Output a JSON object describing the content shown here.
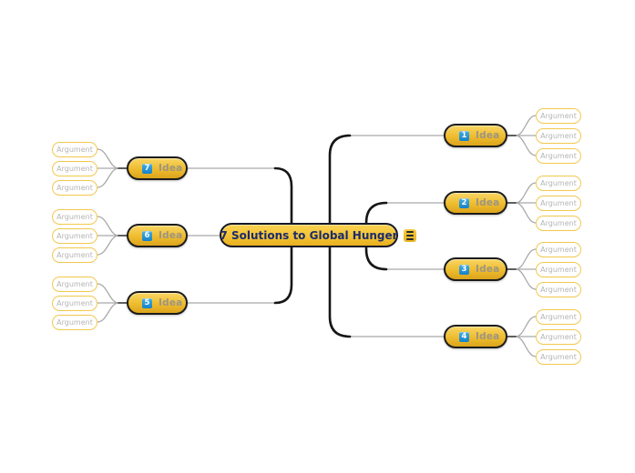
{
  "root": {
    "label": "7 Solutions to Global Hunger"
  },
  "branches": [
    {
      "number": "1",
      "side": "right",
      "label": "Idea",
      "arguments": [
        "Argument",
        "Argument",
        "Argument"
      ]
    },
    {
      "number": "2",
      "side": "right",
      "label": "Idea",
      "arguments": [
        "Argument",
        "Argument",
        "Argument"
      ]
    },
    {
      "number": "3",
      "side": "right",
      "label": "Idea",
      "arguments": [
        "Argument",
        "Argument",
        "Argument"
      ]
    },
    {
      "number": "4",
      "side": "right",
      "label": "Idea",
      "arguments": [
        "Argument",
        "Argument",
        "Argument"
      ]
    },
    {
      "number": "5",
      "side": "left",
      "label": "Idea",
      "arguments": [
        "Argument",
        "Argument",
        "Argument"
      ]
    },
    {
      "number": "6",
      "side": "left",
      "label": "Idea",
      "arguments": [
        "Argument",
        "Argument",
        "Argument"
      ]
    },
    {
      "number": "7",
      "side": "left",
      "label": "Idea",
      "arguments": [
        "Argument",
        "Argument",
        "Argument"
      ]
    }
  ],
  "icons": {
    "menu": "hamburger-menu-icon"
  },
  "colors": {
    "background": "#ffffff",
    "node_gold_top": "#f9d564",
    "node_gold_bottom": "#dca41b",
    "node_border": "#1c1c1c",
    "root_text": "#1b2b6d",
    "idea_text": "#9d9583",
    "badge_blue": "#1582c8",
    "badge_text": "#ffffff",
    "argument_border": "#f1c84e",
    "argument_text": "#b4b4b4",
    "line_gray": "#a9a9a9",
    "line_black": "#161616"
  }
}
